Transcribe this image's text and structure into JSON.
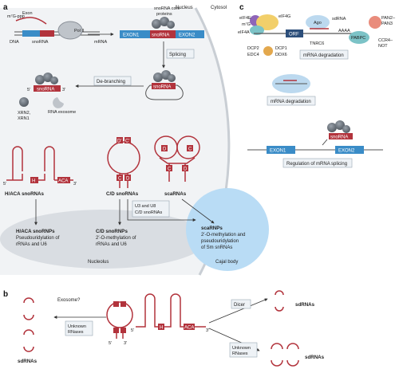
{
  "panels": {
    "a": "a",
    "b": "b",
    "c": "c"
  },
  "compartments": {
    "nucleus": "Nucleus",
    "cytosol": "Cytosol",
    "nucleolus": "Nucleolus",
    "cajal_body": "Cajal body"
  },
  "transcription": {
    "cap": "m⁷G-ppp",
    "exon": "Exon",
    "dna": "DNA",
    "snorna": "snoRNA",
    "polymerase": "Pol II",
    "mrna": "mRNA"
  },
  "premrna": {
    "exon1": "EXON1",
    "snorna": "snoRNA",
    "exon2": "EXON2",
    "core_proteins": "snoRNA core\nproteins"
  },
  "processing": {
    "splicing": "Splicing",
    "debranching": "De-branching",
    "snorna": "snoRNA",
    "five": "5′",
    "three": "3′",
    "xrn": "XRN2,\nXRN1",
    "exosome": "RNA exosome"
  },
  "boxes": {
    "h": "H",
    "aca": "ACA",
    "c": "C",
    "d": "D",
    "c_prime": "C′",
    "d_prime": "D′",
    "five": "5′",
    "three": "3′"
  },
  "classes": {
    "haca": "H/ACA snoRNAs",
    "cd": "C/D snoRNAs",
    "sca": "scaRNAs",
    "u3u8": "U3 and U8\nC/D snoRNAs"
  },
  "rnps": {
    "haca_title": "H/ACA snoRNPs",
    "haca_desc": "Pseudouridylation of\nrRNAs and U6",
    "cd_title": "C/D snoRNPs",
    "cd_desc": "2′-O-methylation of\nrRNAs and U6",
    "sca_title": "scaRNPs",
    "sca_desc": "2′-O-methylation and\npseudouridylation\nof Sm snRNAs"
  },
  "panel_b": {
    "exosome": "Exosome?",
    "unknown1": "Unknown\nRNases",
    "sdrnas_left": "sdRNAs",
    "dicer": "Dicer",
    "unknown2": "Unknown\nRNases",
    "sdrnas_right1": "sdRNAs",
    "sdrnas_right2": "sdRNAs"
  },
  "panel_c": {
    "eif4e": "eIF4E",
    "m7g": "m⁷G",
    "eif4a": "eIF4A",
    "eif4g": "eIF4G",
    "ago": "Ago",
    "sdrna": "sdRNA",
    "orf": "ORF",
    "tnrc6": "TNRC6",
    "polya": "AAAA",
    "pabpc": "PABPC",
    "pan": "PAN2–\nPAN3",
    "ccr4": "CCR4–\nNOT",
    "dcp2": "DCP2",
    "edc4": "EDC4",
    "dcp1": "DCP1",
    "ddx6": "DDX6",
    "degradation1": "mRNA degradation",
    "degradation2": "mRNA degradation",
    "exon1": "EXON1",
    "exon2": "EXON2",
    "snorna": "snoRNA",
    "splicing_reg": "Regulation of mRNA splicing"
  },
  "colors": {
    "rna": "#b2333c",
    "exon": "#3a8cc7",
    "protein": "#6d7580",
    "cajal": "#b9dcf5",
    "nucleus": "#f1f3f5",
    "nucleolus": "#d9dde2"
  }
}
